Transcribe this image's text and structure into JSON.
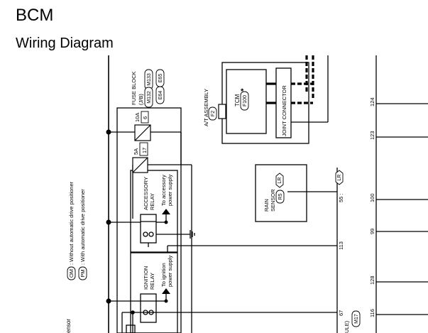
{
  "header": {
    "title": "BCM",
    "subtitle": "Wiring Diagram"
  },
  "legend": {
    "om_code": "OM",
    "om_text": ": Without automatic drive positioner",
    "pm_code": "PM",
    "pm_text": ": With automatic drive positioner",
    "cut_text": "ensor"
  },
  "fuse_block": {
    "label_line1": "FUSE BLOCK",
    "label_line2": "(J/B)",
    "connectors": [
      "M133",
      "E65",
      "M132",
      "E64"
    ],
    "fuse_10a": {
      "amp": "10A",
      "num": "6"
    },
    "fuse_5a": {
      "amp": "5A",
      "num": "17"
    }
  },
  "accessory_relay": {
    "line1": "ACCESSORY",
    "line2": "RELAY",
    "note1": "To accessory",
    "note2": "power supply"
  },
  "ignition_relay": {
    "line1": "IGNITION",
    "line2": "RELAY",
    "note1": "To ignition",
    "note2": "power supply"
  },
  "at_assembly": {
    "label": "A/T ASSEMBLY",
    "connector": "F2"
  },
  "tcm": {
    "label": "TCM",
    "connector": "F100",
    "mark": "*"
  },
  "joint_connector": {
    "label": "JOINT CONNECTOR"
  },
  "rain_sensor": {
    "line1": "RAIN",
    "line2": "SENSOR",
    "connector": "R5",
    "pin_code": "LR"
  },
  "wire_55": {
    "label": "55 :",
    "code": "LR"
  },
  "terminals": {
    "t124": "124",
    "t123": "123",
    "t100": "100",
    "t99": "99",
    "t113": "113",
    "t128": "128",
    "t116": "116",
    "t67": "67"
  },
  "bottom": {
    "cut_text": "ULE)",
    "connector": "M17"
  }
}
